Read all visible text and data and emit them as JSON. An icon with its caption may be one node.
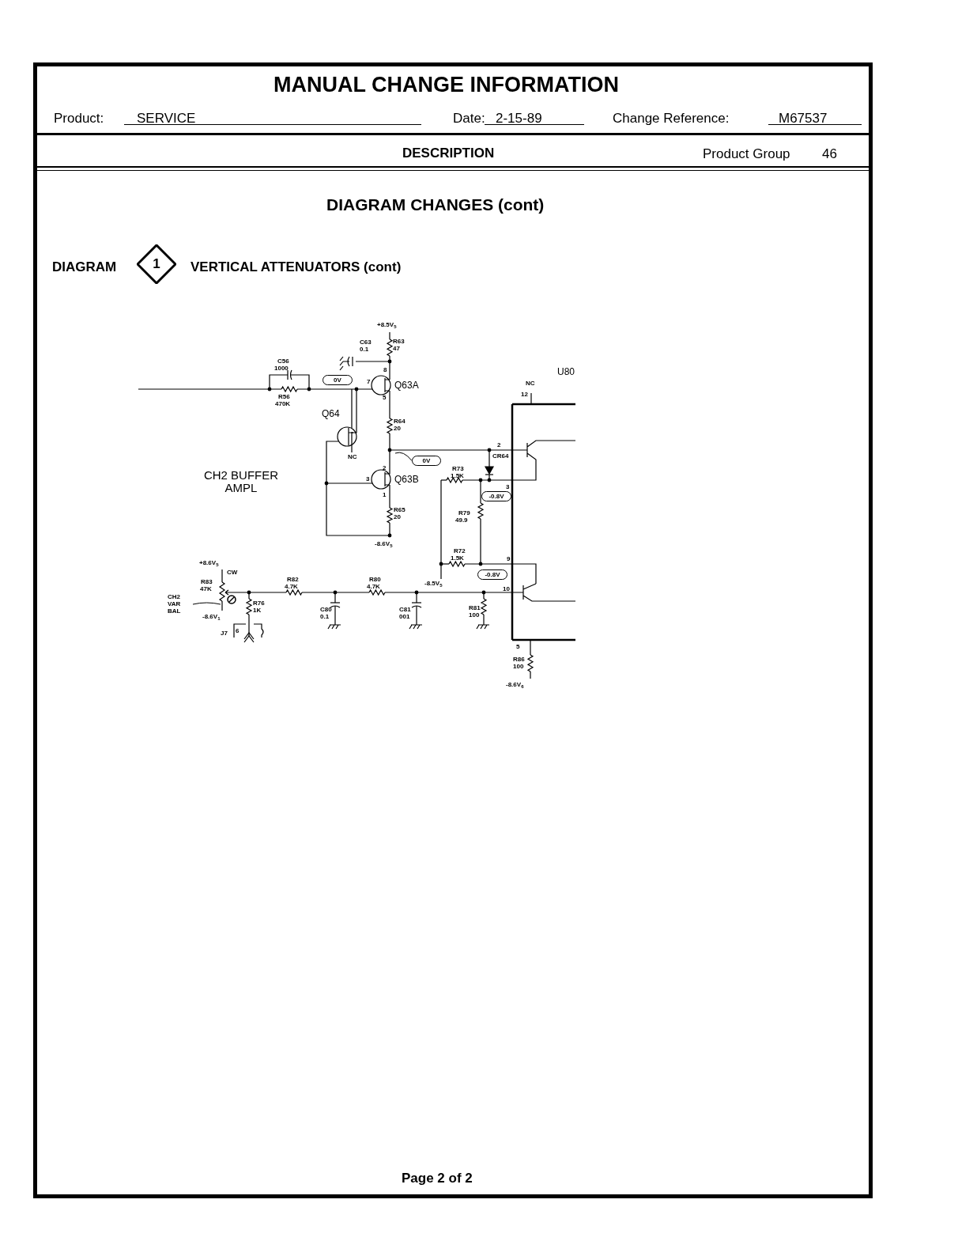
{
  "diagram": {
    "title": "MANUAL CHANGE INFORMATION",
    "nodes": [
      {
        "text": [
          "1"
        ]
      },
      {
        "text": [
          "0V"
        ]
      },
      {
        "text": [
          "0V"
        ]
      },
      {
        "text": [
          "-0.8V"
        ]
      },
      {
        "text": [
          "-0.8V"
        ]
      },
      {
        "text": [
          "CH2 VAR BAL"
        ]
      }
    ],
    "edges": [
      {
        "from": 2,
        "to": null,
        "arrow": "none"
      },
      {
        "from": 5,
        "to": null,
        "arrow": "none"
      }
    ],
    "labels": [
      "Product:",
      "SERVICE",
      "Date:",
      "2-15-89",
      "Change Reference:",
      "M67537",
      "DESCRIPTION",
      "Product Group",
      "46",
      "DIAGRAM CHANGES (cont)",
      "DIAGRAM",
      "VERTICAL ATTENUATORS (cont)",
      "+8.5V$_{5}$",
      "C63",
      "0.1",
      "R63",
      "47",
      "C56",
      "1000",
      "U80",
      "NC",
      "12",
      "7",
      "8",
      "Q63A",
      "R56",
      "470K",
      "5",
      "Q64",
      "R64",
      "20",
      "NC",
      "2",
      "CR64",
      "2",
      "Q63B",
      "3",
      "1",
      "R73",
      "1.5K",
      "3",
      "CH2 BUFFER AMPL",
      "R79",
      "49.9",
      "R65",
      "20",
      "-8.6V$_{5}$",
      "R72",
      "1.5K",
      "9",
      "+8.6V$_{5}$",
      "CW",
      "R83",
      "47K",
      "R82",
      "4.7K",
      "R80",
      "4.7K",
      "-8.5V$_{5}$",
      "10",
      "R76",
      "1K",
      "C80",
      "0.1",
      "C81",
      "001",
      "R81",
      "100",
      "-8.6V$_{1}$",
      "J7",
      "6",
      "5",
      "R86",
      "100",
      "-8.6V$_{6}$",
      "Page 2 of 2"
    ]
  }
}
